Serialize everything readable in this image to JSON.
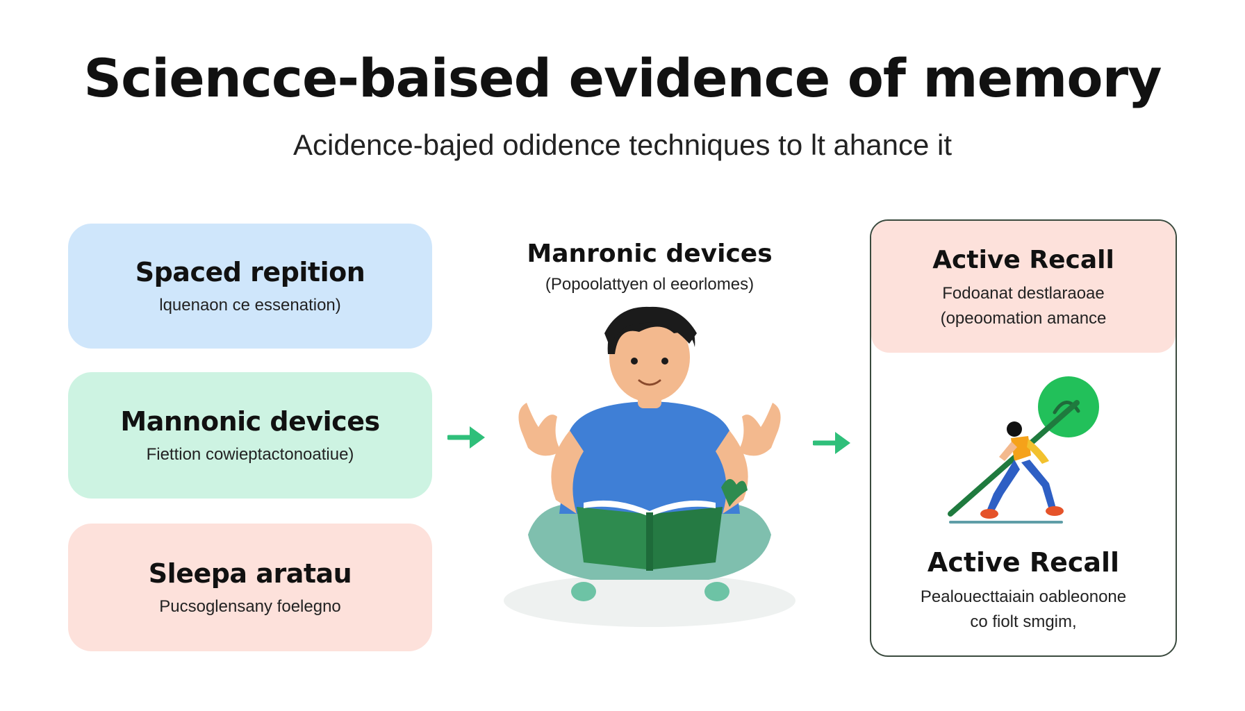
{
  "header": {
    "title": "Sciencce-baised evidence of memory",
    "subtitle": "Acidence-bajed odidence techniques to lt ahance it"
  },
  "left_cards": [
    {
      "title": "Spaced repition",
      "subtitle": "lquenaon ce essenation)"
    },
    {
      "title": "Mannonic devices",
      "subtitle": "Fiettion cowieptactonoatiue)"
    },
    {
      "title": "Sleepa aratau",
      "subtitle": "Pucsoglensany foelegno"
    }
  ],
  "center": {
    "title": "Manronic devices",
    "subtitle": "(Popoolattyen ol eeorlomes)"
  },
  "right_panel": {
    "top_title": "Active Recall",
    "top_line1": "Fodoanat destlaraoae",
    "top_line2": "(opeoomation amance",
    "bottom_title": "Active Recall",
    "bottom_line1": "Pealouecttaiain oableonone",
    "bottom_line2": "co fiolt smgim,"
  },
  "colors": {
    "card_blue": "#cfe6fb",
    "card_green": "#cdf3e2",
    "card_pink": "#fde1db",
    "arrow_green": "#2fbf7a",
    "shirt_blue": "#3f7fd6",
    "book_green": "#2e8b4f"
  },
  "icons": {
    "arrow_left": "arrow-right-icon",
    "arrow_right": "arrow-right-icon",
    "person": "reading-person-illustration",
    "runner": "runner-illustration"
  }
}
